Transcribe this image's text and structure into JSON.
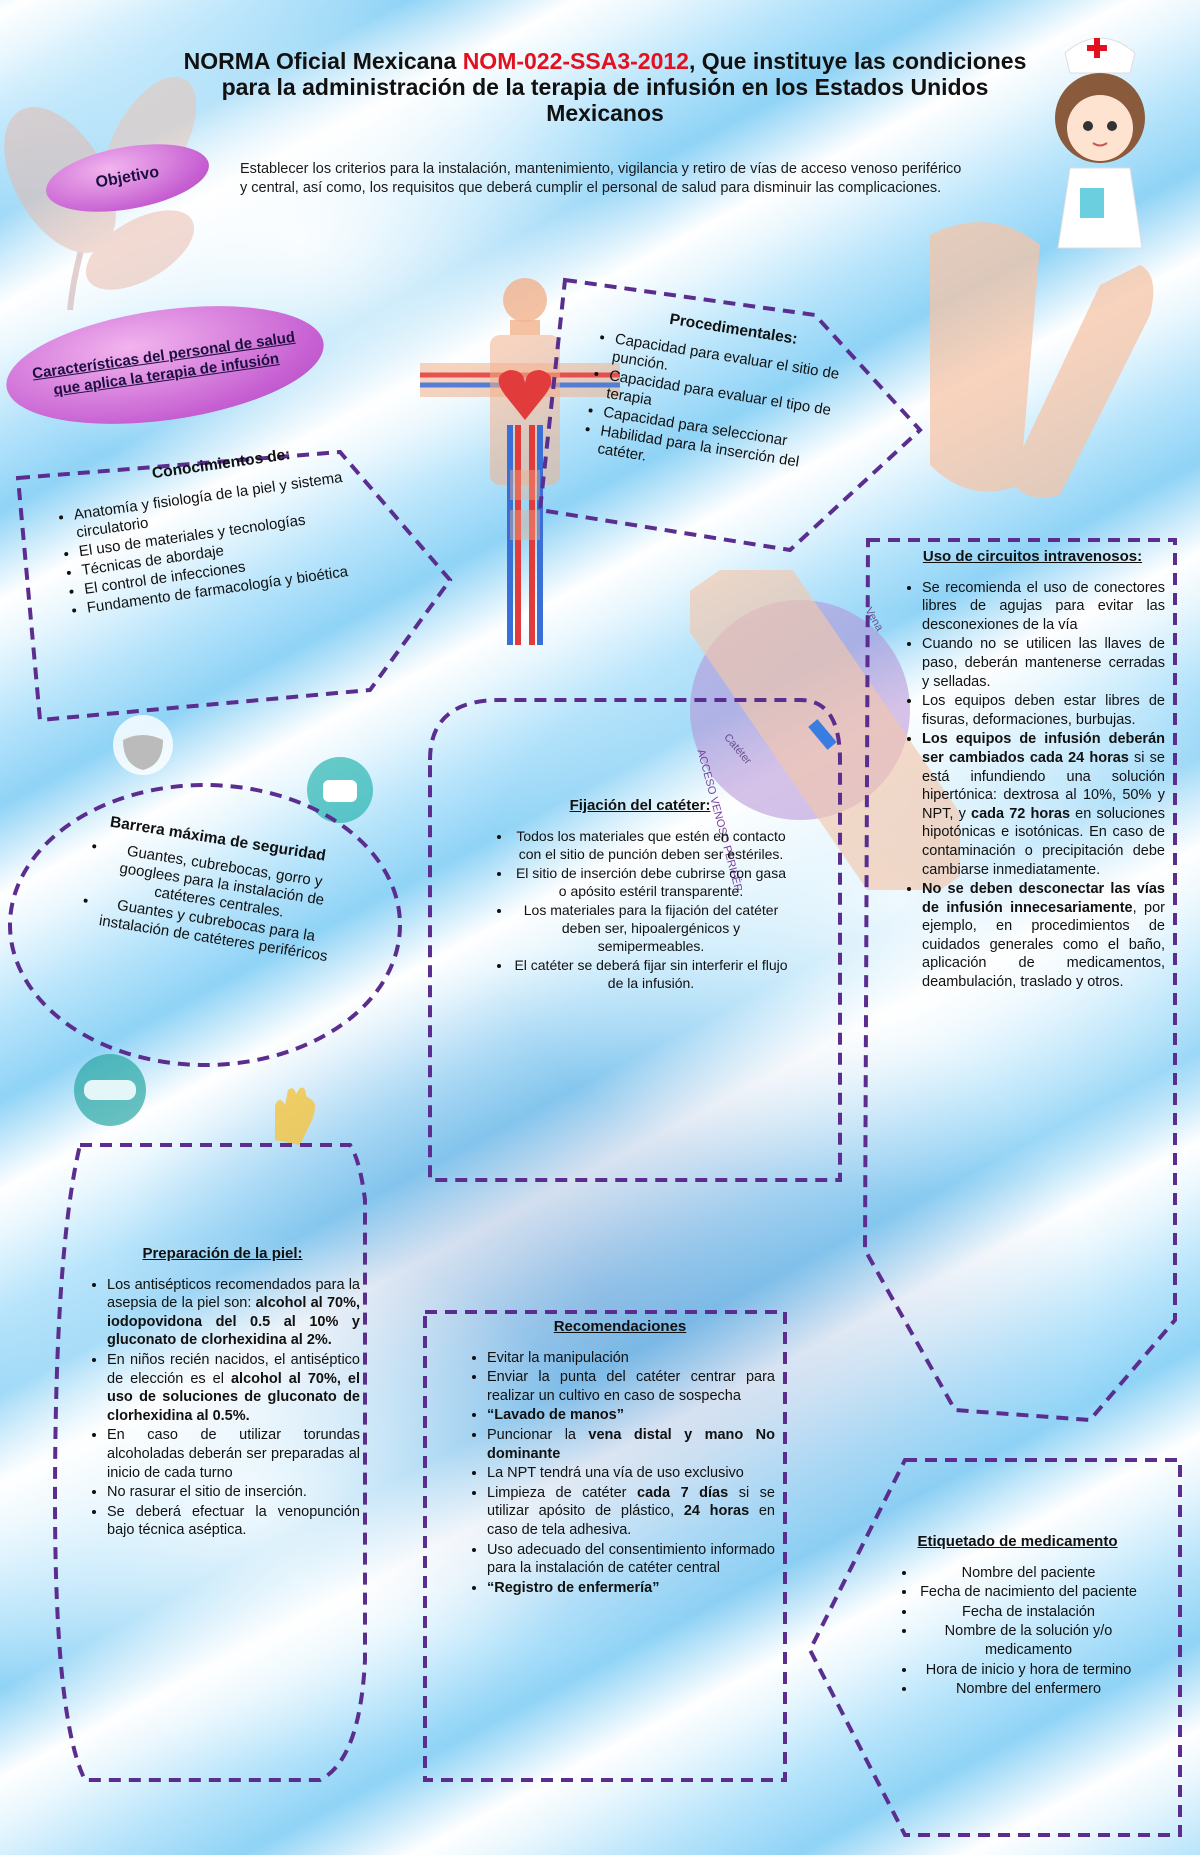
{
  "title": {
    "prefix": "NORMA Oficial Mexicana ",
    "code": "NOM-022-SSA3-2012",
    "suffix": ", Que instituye las condiciones para la administración de la terapia de infusión en los Estados Unidos Mexicanos"
  },
  "objetivo": {
    "label": "Objetivo",
    "text": "Establecer los criterios para la instalación, mantenimiento, vigilancia y retiro de vías de acceso venoso periférico y central, así como, los requisitos que deberá cumplir el personal de salud para disminuir las complicaciones."
  },
  "caracteristicas_label": "Características del personal de salud que aplica la terapia de infusión",
  "conocimientos": {
    "heading": "Conocimientos de:",
    "items": [
      "Anatomía y fisiología de la piel y sistema circulatorio",
      "El uso de materiales y tecnologías",
      "Técnicas de abordaje",
      "El control de infecciones",
      "Fundamento de farmacología y bioética"
    ]
  },
  "procedimentales": {
    "heading": "Procedimentales:",
    "items": [
      "Capacidad para evaluar el sitio de punción.",
      "Capacidad para evaluar el tipo de terapia",
      "Capacidad para seleccionar",
      "Habilidad para la inserción del catéter."
    ]
  },
  "barrera": {
    "heading": "Barrera máxima de seguridad",
    "items": [
      "Guantes, cubrebocas, gorro y googlees para la instalación de catéteres centrales.",
      "Guantes y cubrebocas para la instalación de catéteres periféricos"
    ]
  },
  "fijacion": {
    "heading": "Fijación del catéter:",
    "items": [
      "Todos los materiales que estén en contacto con el sitio de punción deben ser estériles.",
      "El sitio de inserción debe cubrirse con gasa o apósito estéril transparente.",
      "Los materiales para la fijación del catéter deben ser, hipoalergénicos y semipermeables.",
      "El catéter se deberá fijar sin interferir el flujo de la infusión."
    ]
  },
  "circuitos": {
    "heading": "Uso de circuitos intravenosos:",
    "item1": "Se recomienda el uso de conectores libres de agujas para evitar las desconexiones de la vía",
    "item2": "Cuando no se utilicen las llaves de paso, deberán mantenerse cerradas y selladas.",
    "item3": "Los equipos deben estar libres de fisuras, deformaciones, burbujas.",
    "item4_bold1": "Los equipos de infusión deberán ser cambiados cada 24 horas",
    "item4_text1": " si se está infundiendo una solución hipertónica: dextrosa al 10%, 50% y NPT, y ",
    "item4_bold2": "cada 72 horas",
    "item4_text2": " en soluciones hipotónicas e isotónicas. En caso de contaminación o precipitación debe cambiarse inmediatamente.",
    "item5_bold": "No se deben desconectar las vías de infusión innecesariamente",
    "item5_text": ", por ejemplo, en procedimientos de cuidados generales como el baño, aplicación de medicamentos, deambulación, traslado y otros."
  },
  "piel": {
    "heading": "Preparación de la piel:",
    "item1_text": "Los antisépticos recomendados para la asepsia de la piel son: ",
    "item1_bold": "alcohol al 70%, iodopovidona del 0.5 al 10% y gluconato de clorhexidina al 2%.",
    "item2_text": "En niños recién nacidos, el antiséptico de elección es el ",
    "item2_bold": "alcohol al 70%, el uso de soluciones de gluconato de clorhexidina al 0.5%.",
    "item3": "En caso de utilizar torundas alcoholadas deberán ser preparadas al inicio de cada turno",
    "item4": "No rasurar el sitio de inserción.",
    "item5": "Se deberá efectuar la venopunción bajo técnica aséptica."
  },
  "recomendaciones": {
    "heading": "Recomendaciones",
    "item1": "Evitar la manipulación",
    "item2": "Enviar la punta del catéter centrar para realizar un cultivo en caso de sospecha",
    "item3_bold": "“Lavado de manos”",
    "item4_text": "Puncionar la ",
    "item4_bold": "vena distal y mano No dominante",
    "item5": "La NPT tendrá una vía de uso exclusivo",
    "item6_text1": "Limpieza de catéter ",
    "item6_bold1": "cada 7 días",
    "item6_text2": " si se utilizar apósito de plástico, ",
    "item6_bold2": "24 horas",
    "item6_text3": " en caso de tela adhesiva.",
    "item7": "Uso adecuado del consentimiento informado para la instalación de catéter central",
    "item8_bold": "“Registro de enfermería”"
  },
  "etiquetado": {
    "heading": "Etiquetado de medicamento",
    "items": [
      "Nombre del paciente",
      "Fecha de nacimiento del paciente",
      "Fecha de instalación",
      "Nombre de la solución y/o medicamento",
      "Hora de inicio y hora de termino",
      "Nombre del enfermero"
    ]
  },
  "figure_labels": {
    "cateter": "Catéter",
    "vena": "Vena",
    "acceso": "ACCESO VENOSO PERIFÉRICO"
  },
  "colors": {
    "frame": "#5b2d8e",
    "title_code": "#e3101f",
    "pill": "#c65fd2"
  }
}
